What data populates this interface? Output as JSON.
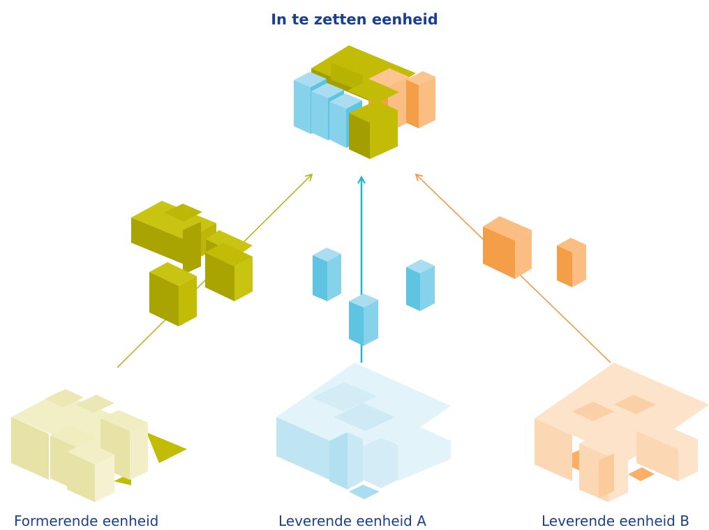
{
  "title": "In te zetten eenheid",
  "labels": {
    "formerend": "Formerende eenheid",
    "leverend_a": "Leverende eenheid A",
    "leverend_b": "Leverende eenheid B"
  },
  "colors": {
    "olive": "#c2bc06",
    "olive_light": "#eeeab8",
    "blue": "#5fc4e2",
    "blue_light": "#d3ecf6",
    "orange": "#f59e48",
    "orange_light": "#fcd7b3",
    "arrow_olive": "#b7b320",
    "arrow_blue": "#1fb4d2",
    "arrow_orange": "#f2984a",
    "title": "#1b3f8f"
  }
}
